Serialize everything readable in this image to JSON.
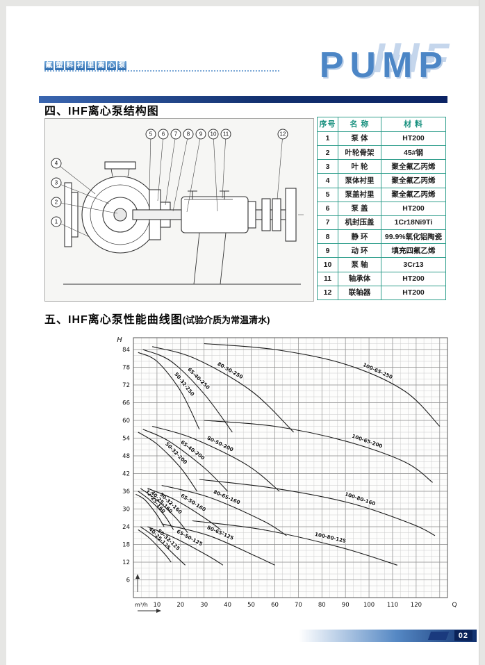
{
  "header": {
    "mini_title": "氟塑料衬里离心泵",
    "wordmark": "PUMP",
    "watermark": "IHF"
  },
  "section_structure": {
    "heading": "四、IHF离心泵结构图",
    "diagram": {
      "callouts_top": [
        "5",
        "6",
        "7",
        "8",
        "9",
        "10",
        "11"
      ],
      "callout_right": [
        "12"
      ],
      "callouts_left": [
        "4",
        "3",
        "2",
        "1"
      ]
    },
    "parts_table": {
      "headers": [
        "序号",
        "名 称",
        "材 料"
      ],
      "rows": [
        [
          "1",
          "泵 体",
          "HT200"
        ],
        [
          "2",
          "叶轮骨架",
          "45#钢"
        ],
        [
          "3",
          "叶 轮",
          "聚全氟乙丙烯"
        ],
        [
          "4",
          "泵体衬里",
          "聚全氟乙丙烯"
        ],
        [
          "5",
          "泵盖衬里",
          "聚全氟乙丙烯"
        ],
        [
          "6",
          "泵 盖",
          "HT200"
        ],
        [
          "7",
          "机封压盖",
          "1Cr18Ni9Ti"
        ],
        [
          "8",
          "静 环",
          "99.9%氧化铝陶瓷"
        ],
        [
          "9",
          "动 环",
          "填充四氟乙烯"
        ],
        [
          "10",
          "泵 轴",
          "3Cr13"
        ],
        [
          "11",
          "轴承体",
          "HT200"
        ],
        [
          "12",
          "联轴器",
          "HT200"
        ]
      ]
    }
  },
  "section_curves": {
    "heading": "五、IHF离心泵性能曲线图",
    "note": "(试验介质为常温清水)"
  },
  "footer": {
    "page_number": "02"
  },
  "chart_data": {
    "type": "line",
    "title": "IHF离心泵性能曲线图(试验介质为常温清水)",
    "xlabel": "m³/h",
    "x_end_label": "Q",
    "ylabel": "H",
    "xlim": [
      0,
      133.3
    ],
    "ylim": [
      0,
      88
    ],
    "x_ticks": [
      10,
      20,
      30,
      40,
      50,
      60,
      70,
      80,
      90,
      100,
      110,
      120
    ],
    "y_ticks": [
      6,
      12,
      18,
      24,
      30,
      36,
      42,
      48,
      54,
      60,
      66,
      72,
      78,
      84
    ],
    "grid": {
      "minor_dx": 3.3333,
      "minor_dy": 2,
      "major_dx": 10,
      "major_dy": 6,
      "on": true
    },
    "legend_position": "labels-on-curves",
    "series": [
      {
        "name": "50-32-250",
        "points": [
          [
            2,
            83
          ],
          [
            10,
            80
          ],
          [
            20,
            70
          ],
          [
            28,
            57
          ]
        ],
        "lt": 0.55
      },
      {
        "name": "65-40-250",
        "points": [
          [
            4,
            84
          ],
          [
            16,
            80
          ],
          [
            30,
            69
          ],
          [
            42,
            56
          ]
        ],
        "lt": 0.5
      },
      {
        "name": "80-50-250",
        "points": [
          [
            8,
            85
          ],
          [
            26,
            81
          ],
          [
            50,
            70
          ],
          [
            68,
            56
          ]
        ],
        "lt": 0.48
      },
      {
        "name": "100-65-250",
        "points": [
          [
            30,
            86
          ],
          [
            60,
            84
          ],
          [
            90,
            79
          ],
          [
            115,
            70
          ],
          [
            130,
            58
          ]
        ],
        "lt": 0.68
      },
      {
        "name": "50-32-200",
        "points": [
          [
            2,
            56
          ],
          [
            10,
            52
          ],
          [
            20,
            44
          ],
          [
            27,
            36
          ]
        ],
        "lt": 0.5
      },
      {
        "name": "65-40-200",
        "points": [
          [
            4,
            57
          ],
          [
            15,
            53
          ],
          [
            30,
            44
          ],
          [
            40,
            36
          ]
        ],
        "lt": 0.5
      },
      {
        "name": "80-50-200",
        "points": [
          [
            8,
            58
          ],
          [
            25,
            54
          ],
          [
            48,
            45
          ],
          [
            62,
            36
          ]
        ],
        "lt": 0.48
      },
      {
        "name": "100-65-200",
        "points": [
          [
            30,
            60
          ],
          [
            60,
            58
          ],
          [
            90,
            53
          ],
          [
            115,
            46
          ],
          [
            127,
            39
          ]
        ],
        "lt": 0.68
      },
      {
        "name": "32-25-160",
        "points": [
          [
            1,
            35
          ],
          [
            5,
            33
          ],
          [
            10,
            28
          ],
          [
            13,
            24
          ]
        ],
        "lt": 0.42
      },
      {
        "name": "40-25-160",
        "points": [
          [
            2,
            36
          ],
          [
            7,
            33
          ],
          [
            13,
            28
          ],
          [
            17,
            23
          ]
        ],
        "lt": 0.46
      },
      {
        "name": "50-32-160",
        "points": [
          [
            3,
            37
          ],
          [
            10,
            33
          ],
          [
            18,
            27
          ],
          [
            23,
            22
          ]
        ],
        "lt": 0.5
      },
      {
        "name": "65-50-160",
        "points": [
          [
            6,
            37
          ],
          [
            18,
            33
          ],
          [
            32,
            26
          ],
          [
            40,
            21
          ]
        ],
        "lt": 0.5
      },
      {
        "name": "80-65-160",
        "points": [
          [
            12,
            38
          ],
          [
            32,
            34
          ],
          [
            55,
            26
          ],
          [
            65,
            21
          ]
        ],
        "lt": 0.48
      },
      {
        "name": "100-80-160",
        "points": [
          [
            28,
            40
          ],
          [
            60,
            37
          ],
          [
            92,
            32
          ],
          [
            118,
            25
          ],
          [
            128,
            21
          ]
        ],
        "lt": 0.66
      },
      {
        "name": "40-25-125",
        "points": [
          [
            2,
            23
          ],
          [
            7,
            20
          ],
          [
            13,
            15
          ],
          [
            16,
            12
          ]
        ],
        "lt": 0.46
      },
      {
        "name": "50-32-125",
        "points": [
          [
            3,
            24
          ],
          [
            10,
            20
          ],
          [
            18,
            14
          ],
          [
            22,
            11
          ]
        ],
        "lt": 0.5
      },
      {
        "name": "65-50-125",
        "points": [
          [
            6,
            24
          ],
          [
            18,
            20
          ],
          [
            32,
            14
          ],
          [
            38,
            11
          ]
        ],
        "lt": 0.5
      },
      {
        "name": "80-65-125",
        "points": [
          [
            12,
            25
          ],
          [
            32,
            21
          ],
          [
            52,
            14
          ],
          [
            60,
            11
          ]
        ],
        "lt": 0.48
      },
      {
        "name": "100-80-125",
        "points": [
          [
            25,
            26
          ],
          [
            55,
            23
          ],
          [
            88,
            17
          ],
          [
            112,
            11
          ]
        ],
        "lt": 0.66
      }
    ]
  }
}
